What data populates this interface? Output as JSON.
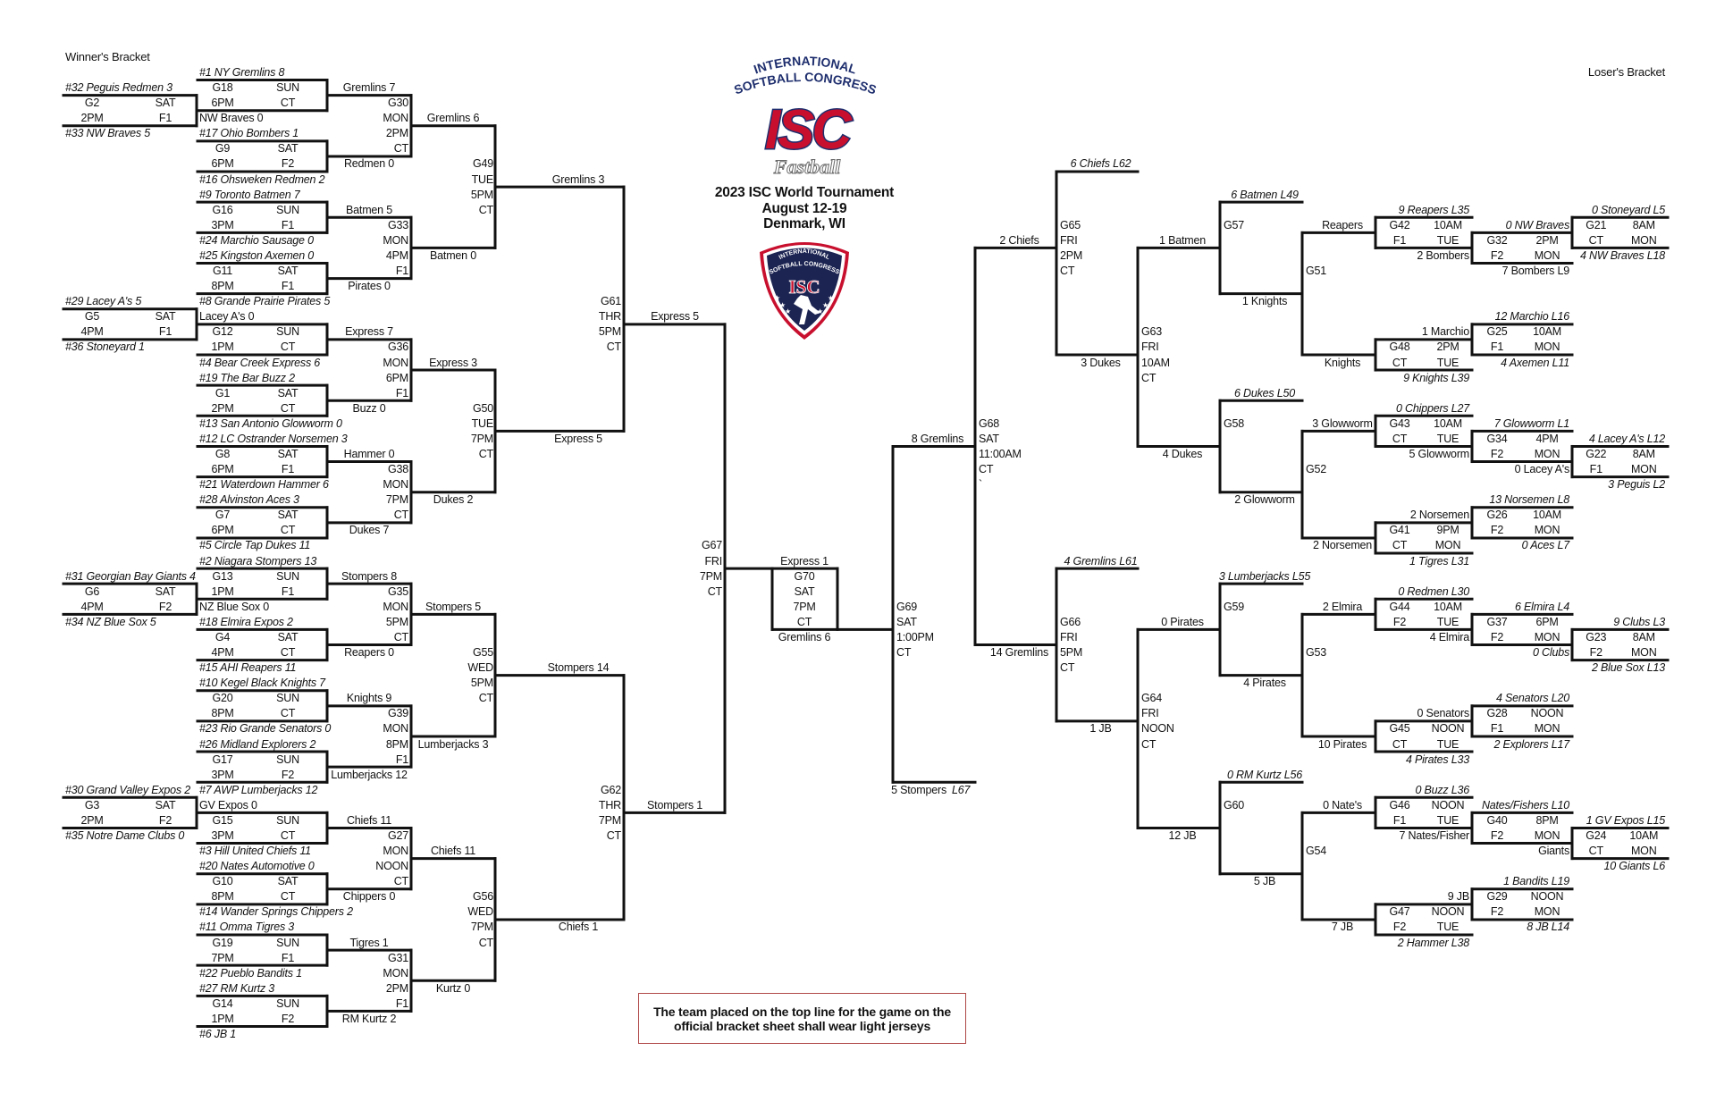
{
  "headers": {
    "winners": "Winner's Bracket",
    "losers": "Loser's Bracket"
  },
  "title": {
    "line1": "2023 ISC World Tournament",
    "line2": "August 12-19",
    "line3": "Denmark, WI"
  },
  "logo": {
    "arc_top": "INTERNATIONAL",
    "arc_bottom": "SOFTBALL CONGRESS",
    "letters": "ISC",
    "script": "Fastball",
    "colors": {
      "red": "#c8102e",
      "navy": "#1f2f6e"
    }
  },
  "shield": {
    "arc_top": "INTERNATIONAL",
    "arc_bottom": "SOFTBALL CONGRESS",
    "letters": "ISC",
    "colors": {
      "fill": "#1c2452",
      "red": "#c8102e",
      "white": "#ffffff"
    }
  },
  "note": {
    "line1": "The team placed on the top line for the game on the",
    "line2": "official bracket sheet shall wear light jerseys"
  },
  "play_in": [
    {
      "top": "#32 Peguis Redmen 3",
      "rows": [
        [
          "G2",
          "SAT"
        ],
        [
          "2PM",
          "F1"
        ]
      ],
      "bottom": "#33 NW Braves 5"
    },
    {
      "top": "#29 Lacey A's 5",
      "rows": [
        [
          "G5",
          "SAT"
        ],
        [
          "4PM",
          "F1"
        ]
      ],
      "bottom": "#36 Stoneyard 1"
    },
    {
      "top": "#31 Georgian Bay Giants 4",
      "rows": [
        [
          "G6",
          "SAT"
        ],
        [
          "4PM",
          "F2"
        ]
      ],
      "bottom": "#34 NZ Blue Sox 5"
    },
    {
      "top": "#30 Grand Valley Expos 2",
      "rows": [
        [
          "G3",
          "SAT"
        ],
        [
          "2PM",
          "F2"
        ]
      ],
      "bottom": "#35 Notre Dame Clubs 0"
    }
  ],
  "round2": [
    {
      "top": "#1 NY Gremlins 8",
      "top_italic": true,
      "rows": [
        [
          "G18",
          "SUN"
        ],
        [
          "6PM",
          "CT"
        ]
      ],
      "bottom": "NW Braves 0",
      "bottom_italic": false
    },
    {
      "top": "#17 Ohio Bombers 1",
      "top_italic": true,
      "rows": [
        [
          "G9",
          "SAT"
        ],
        [
          "6PM",
          "F2"
        ]
      ],
      "bottom": "#16 Ohsweken Redmen 2",
      "bottom_italic": true
    },
    {
      "top": "#9 Toronto Batmen 7",
      "top_italic": true,
      "rows": [
        [
          "G16",
          "SUN"
        ],
        [
          "3PM",
          "F1"
        ]
      ],
      "bottom": "#24 Marchio Sausage 0",
      "bottom_italic": true
    },
    {
      "top": "#25 Kingston Axemen 0",
      "top_italic": true,
      "rows": [
        [
          "G11",
          "SAT"
        ],
        [
          "8PM",
          "F1"
        ]
      ],
      "bottom": "#8 Grande Prairie Pirates 5",
      "bottom_italic": true
    },
    {
      "top": "Lacey A's 0",
      "top_italic": false,
      "rows": [
        [
          "G12",
          "SUN"
        ],
        [
          "1PM",
          "CT"
        ]
      ],
      "bottom": "#4 Bear Creek Express 6",
      "bottom_italic": true
    },
    {
      "top": "#19 The Bar Buzz 2",
      "top_italic": true,
      "rows": [
        [
          "G1",
          "SAT"
        ],
        [
          "2PM",
          "CT"
        ]
      ],
      "bottom": "#13 San Antonio Glowworm 0",
      "bottom_italic": true
    },
    {
      "top": "#12 LC Ostrander Norsemen 3",
      "top_italic": true,
      "rows": [
        [
          "G8",
          "SAT"
        ],
        [
          "6PM",
          "F1"
        ]
      ],
      "bottom": "#21 Waterdown Hammer 6",
      "bottom_italic": true
    },
    {
      "top": "#28 Alvinston Aces 3",
      "top_italic": true,
      "rows": [
        [
          "G7",
          "SAT"
        ],
        [
          "6PM",
          "CT"
        ]
      ],
      "bottom": "#5 Circle Tap Dukes 11",
      "bottom_italic": true
    },
    {
      "top": "#2 Niagara Stompers 13",
      "top_italic": true,
      "rows": [
        [
          "G13",
          "SUN"
        ],
        [
          "1PM",
          "F1"
        ]
      ],
      "bottom": "NZ Blue Sox 0",
      "bottom_italic": false
    },
    {
      "top": "#18 Elmira Expos 2",
      "top_italic": true,
      "rows": [
        [
          "G4",
          "SAT"
        ],
        [
          "4PM",
          "CT"
        ]
      ],
      "bottom": "#15 AHI Reapers 11",
      "bottom_italic": true
    },
    {
      "top": "#10 Kegel Black Knights 7",
      "top_italic": true,
      "rows": [
        [
          "G20",
          "SUN"
        ],
        [
          "8PM",
          "CT"
        ]
      ],
      "bottom": "#23 Rio Grande Senators 0",
      "bottom_italic": true
    },
    {
      "top": "#26 Midland Explorers 2",
      "top_italic": true,
      "rows": [
        [
          "G17",
          "SUN"
        ],
        [
          "3PM",
          "F2"
        ]
      ],
      "bottom": "#7 AWP Lumberjacks 12",
      "bottom_italic": true
    },
    {
      "top": "GV Expos 0",
      "top_italic": false,
      "rows": [
        [
          "G15",
          "SUN"
        ],
        [
          "3PM",
          "CT"
        ]
      ],
      "bottom": "#3 Hill United Chiefs 11",
      "bottom_italic": true
    },
    {
      "top": "#20 Nates Automotive 0",
      "top_italic": true,
      "rows": [
        [
          "G10",
          "SAT"
        ],
        [
          "8PM",
          "CT"
        ]
      ],
      "bottom": "#14 Wander Springs Chippers 2",
      "bottom_italic": true
    },
    {
      "top": "#11 Omma Tigres 3",
      "top_italic": true,
      "rows": [
        [
          "G19",
          "SUN"
        ],
        [
          "7PM",
          "F1"
        ]
      ],
      "bottom": "#22 Pueblo Bandits 1",
      "bottom_italic": true
    },
    {
      "top": "#27 RM Kurtz 3",
      "top_italic": true,
      "rows": [
        [
          "G14",
          "SUN"
        ],
        [
          "1PM",
          "F2"
        ]
      ],
      "bottom": "#6  JB 1",
      "bottom_italic": true
    }
  ],
  "round3": [
    {
      "top": "Gremlins 7",
      "info": [
        "G30",
        "MON",
        "2PM",
        "CT"
      ],
      "bottom": "Redmen 0"
    },
    {
      "top": "Batmen 5",
      "info": [
        "G33",
        "MON",
        "4PM",
        "F1"
      ],
      "bottom": "Pirates 0"
    },
    {
      "top": "Express 7",
      "info": [
        "G36",
        "MON",
        "6PM",
        "F1"
      ],
      "bottom": "Buzz 0"
    },
    {
      "top": "Hammer 0",
      "info": [
        "G38",
        "MON",
        "7PM",
        "CT"
      ],
      "bottom": "Dukes 7"
    },
    {
      "top": "Stompers 8",
      "info": [
        "G35",
        "MON",
        "5PM",
        "CT"
      ],
      "bottom": "Reapers 0"
    },
    {
      "top": "Knights 9",
      "info": [
        "G39",
        "MON",
        "8PM",
        "F1"
      ],
      "bottom": "Lumberjacks 12"
    },
    {
      "top": "Chiefs 11",
      "info": [
        "G27",
        "MON",
        "NOON",
        "CT"
      ],
      "bottom": "Chippers 0"
    },
    {
      "top": "Tigres 1",
      "info": [
        "G31",
        "MON",
        "2PM",
        "F1"
      ],
      "bottom": "RM Kurtz 2"
    }
  ],
  "round4": [
    {
      "top": "Gremlins 6",
      "info": [
        "G49",
        "TUE",
        "5PM",
        "CT"
      ],
      "bottom": "Batmen 0"
    },
    {
      "top": "Express 3",
      "info": [
        "G50",
        "TUE",
        "7PM",
        "CT"
      ],
      "bottom": "Dukes 2"
    },
    {
      "top": "Stompers 5",
      "info": [
        "G55",
        "WED",
        "5PM",
        "CT"
      ],
      "bottom": "Lumberjacks 3"
    },
    {
      "top": "Chiefs 11",
      "info": [
        "G56",
        "WED",
        "7PM",
        "CT"
      ],
      "bottom": "Kurtz 0"
    }
  ],
  "semis": [
    {
      "top": "Gremlins 3",
      "info": [
        "G61",
        "THR",
        "5PM",
        "CT"
      ],
      "bottom": "Express 5",
      "winner": "Express 5"
    },
    {
      "top": "Stompers 14",
      "info": [
        "G62",
        "THR",
        "7PM",
        "CT"
      ],
      "bottom": "Chiefs 1",
      "winner": "Stompers 1"
    }
  ],
  "g67": {
    "info": [
      "G67",
      "FRI",
      "7PM",
      "CT"
    ],
    "winner": "Express 1"
  },
  "g70": {
    "info": [
      "G70",
      "SAT",
      "7PM",
      "CT"
    ],
    "bottom": "Gremlins 6"
  },
  "loser_tree": [
    {
      "id": "g69",
      "info": [
        "G69",
        "SAT",
        "1:00PM",
        "CT"
      ],
      "top": "8 Gremlins",
      "top_italic": false,
      "bottom": "5 Stompers",
      "bottom_suffix": "L67",
      "bottom_italic": false
    },
    {
      "id": "g68",
      "info": [
        "G68",
        "SAT",
        "11:00AM",
        "CT"
      ],
      "mark": "`",
      "top": "2 Chiefs",
      "top_italic": false,
      "bottom": "14 Gremlins",
      "bottom_italic": false
    },
    {
      "id": "g65",
      "info": [
        "G65",
        "FRI",
        "2PM",
        "CT"
      ],
      "top": "6 Chiefs L62",
      "top_italic": true,
      "bottom": "3 Dukes",
      "bottom_italic": false
    },
    {
      "id": "g66",
      "info": [
        "G66",
        "FRI",
        "5PM",
        "CT"
      ],
      "top": "4 Gremlins L61",
      "top_italic": true,
      "bottom": "1 JB",
      "bottom_italic": false
    },
    {
      "id": "g63",
      "info": [
        "G63",
        "FRI",
        "10AM",
        "CT"
      ],
      "top": "1 Batmen",
      "top_italic": false,
      "bottom": "4 Dukes",
      "bottom_italic": false
    },
    {
      "id": "g64",
      "info": [
        "G64",
        "FRI",
        "NOON",
        "CT"
      ],
      "top": "0 Pirates",
      "top_italic": false,
      "bottom": "12 JB",
      "bottom_italic": false
    },
    {
      "id": "g57",
      "info": [
        "G57"
      ],
      "top": "6 Batmen L49",
      "top_italic": true,
      "bottom": "1 Knights",
      "bottom_italic": false
    },
    {
      "id": "g58",
      "info": [
        "G58"
      ],
      "top": "6 Dukes L50",
      "top_italic": true,
      "bottom": "2 Glowworm",
      "bottom_italic": false
    },
    {
      "id": "g59",
      "info": [
        "G59"
      ],
      "top": "3 Lumberjacks L55",
      "top_italic": true,
      "bottom": "4 Pirates",
      "bottom_italic": false
    },
    {
      "id": "g60",
      "info": [
        "G60"
      ],
      "top": "0 RM Kurtz L56",
      "top_italic": true,
      "bottom": "5 JB",
      "bottom_italic": false
    },
    {
      "id": "g51",
      "info": [
        "G51"
      ],
      "top": "Reapers",
      "top_italic": false,
      "bottom": "Knights",
      "bottom_italic": false
    },
    {
      "id": "g52",
      "info": [
        "G52"
      ],
      "top": "3 Glowworm",
      "top_italic": false,
      "bottom": "2 Norsemen",
      "bottom_italic": false
    },
    {
      "id": "g53",
      "info": [
        "G53"
      ],
      "top": "2 Elmira",
      "top_italic": false,
      "bottom": "10 Pirates",
      "bottom_italic": false
    },
    {
      "id": "g54",
      "info": [
        "G54"
      ],
      "top": "0 Nate's",
      "top_italic": false,
      "bottom": "7 JB",
      "bottom_italic": false
    }
  ],
  "loser_boxes": [
    {
      "rows": [
        [
          "G42",
          "10AM"
        ],
        [
          "F1",
          "TUE"
        ]
      ],
      "top": "9 Reapers L35",
      "top_italic": true,
      "bottom": "2 Bombers",
      "bottom_italic": false
    },
    {
      "rows": [
        [
          "G32",
          "2PM"
        ],
        [
          "F2",
          "MON"
        ]
      ],
      "top": "0 NW Braves",
      "top_italic": true,
      "bottom": "7 Bombers L9",
      "bottom_italic": false
    },
    {
      "rows": [
        [
          "G21",
          "8AM"
        ],
        [
          "CT",
          "MON"
        ]
      ],
      "top": "0 Stoneyard L5",
      "top_italic": true,
      "bottom": "4 NW Braves L18",
      "bottom_italic": true
    },
    {
      "rows": [
        [
          "G48",
          "2PM"
        ],
        [
          "CT",
          "TUE"
        ]
      ],
      "top": "1 Marchio",
      "top_italic": false,
      "bottom": "9 Knights L39",
      "bottom_italic": true
    },
    {
      "rows": [
        [
          "G25",
          "10AM"
        ],
        [
          "F1",
          "MON"
        ]
      ],
      "top": "12 Marchio L16",
      "top_italic": true,
      "bottom": "4 Axemen L11",
      "bottom_italic": true
    },
    {
      "rows": [
        [
          "G43",
          "10AM"
        ],
        [
          "CT",
          "TUE"
        ]
      ],
      "top": "0 Chippers L27",
      "top_italic": true,
      "bottom": "5 Glowworm",
      "bottom_italic": false
    },
    {
      "rows": [
        [
          "G34",
          "4PM"
        ],
        [
          "F2",
          "MON"
        ]
      ],
      "top": "7 Glowworm L1",
      "top_italic": true,
      "bottom": "0 Lacey A's",
      "bottom_italic": false
    },
    {
      "rows": [
        [
          "G22",
          "8AM"
        ],
        [
          "F1",
          "MON"
        ]
      ],
      "top": "4 Lacey A's L12",
      "top_italic": true,
      "bottom": "3 Peguis L2",
      "bottom_italic": true
    },
    {
      "rows": [
        [
          "G41",
          "9PM"
        ],
        [
          "CT",
          "MON"
        ]
      ],
      "top": "2 Norsemen",
      "top_italic": false,
      "bottom": "1 Tigres L31",
      "bottom_italic": true
    },
    {
      "rows": [
        [
          "G26",
          "10AM"
        ],
        [
          "F2",
          "MON"
        ]
      ],
      "top": "13 Norsemen L8",
      "top_italic": true,
      "bottom": "0 Aces L7",
      "bottom_italic": true
    },
    {
      "rows": [
        [
          "G44",
          "10AM"
        ],
        [
          "F2",
          "TUE"
        ]
      ],
      "top": "0 Redmen L30",
      "top_italic": true,
      "bottom": "4 Elmira",
      "bottom_italic": false
    },
    {
      "rows": [
        [
          "G37",
          "6PM"
        ],
        [
          "F2",
          "MON"
        ]
      ],
      "top": "6 Elmira L4",
      "top_italic": true,
      "bottom": "0 Clubs",
      "bottom_italic": true
    },
    {
      "rows": [
        [
          "G23",
          "8AM"
        ],
        [
          "F2",
          "MON"
        ]
      ],
      "top": "9 Clubs L3",
      "top_italic": true,
      "bottom": "2 Blue Sox L13",
      "bottom_italic": true
    },
    {
      "rows": [
        [
          "G45",
          "NOON"
        ],
        [
          "CT",
          "TUE"
        ]
      ],
      "top": "0 Senators",
      "top_italic": false,
      "bottom": "4 Pirates L33",
      "bottom_italic": true
    },
    {
      "rows": [
        [
          "G28",
          "NOON"
        ],
        [
          "F1",
          "MON"
        ]
      ],
      "top": "4 Senators L20",
      "top_italic": true,
      "bottom": "2 Explorers L17",
      "bottom_italic": true
    },
    {
      "rows": [
        [
          "G46",
          "NOON"
        ],
        [
          "F1",
          "TUE"
        ]
      ],
      "top": "0 Buzz L36",
      "top_italic": true,
      "bottom": "7 Nates/Fisher",
      "bottom_italic": false
    },
    {
      "rows": [
        [
          "G40",
          "8PM"
        ],
        [
          "F2",
          "MON"
        ]
      ],
      "top": "Nates/Fishers L10",
      "top_italic": true,
      "bottom": "Giants",
      "bottom_italic": false
    },
    {
      "rows": [
        [
          "G24",
          "10AM"
        ],
        [
          "CT",
          "MON"
        ]
      ],
      "top": "1 GV Expos L15",
      "top_italic": true,
      "bottom": "10 Giants L6",
      "bottom_italic": true
    },
    {
      "rows": [
        [
          "G47",
          "NOON"
        ],
        [
          "F2",
          "TUE"
        ]
      ],
      "top": "9 JB",
      "top_italic": false,
      "bottom": "2 Hammer L38",
      "bottom_italic": true
    },
    {
      "rows": [
        [
          "G29",
          "NOON"
        ],
        [
          "F2",
          "MON"
        ]
      ],
      "top": "1 Bandits L19",
      "top_italic": true,
      "bottom": "8 JB L14",
      "bottom_italic": true
    }
  ]
}
